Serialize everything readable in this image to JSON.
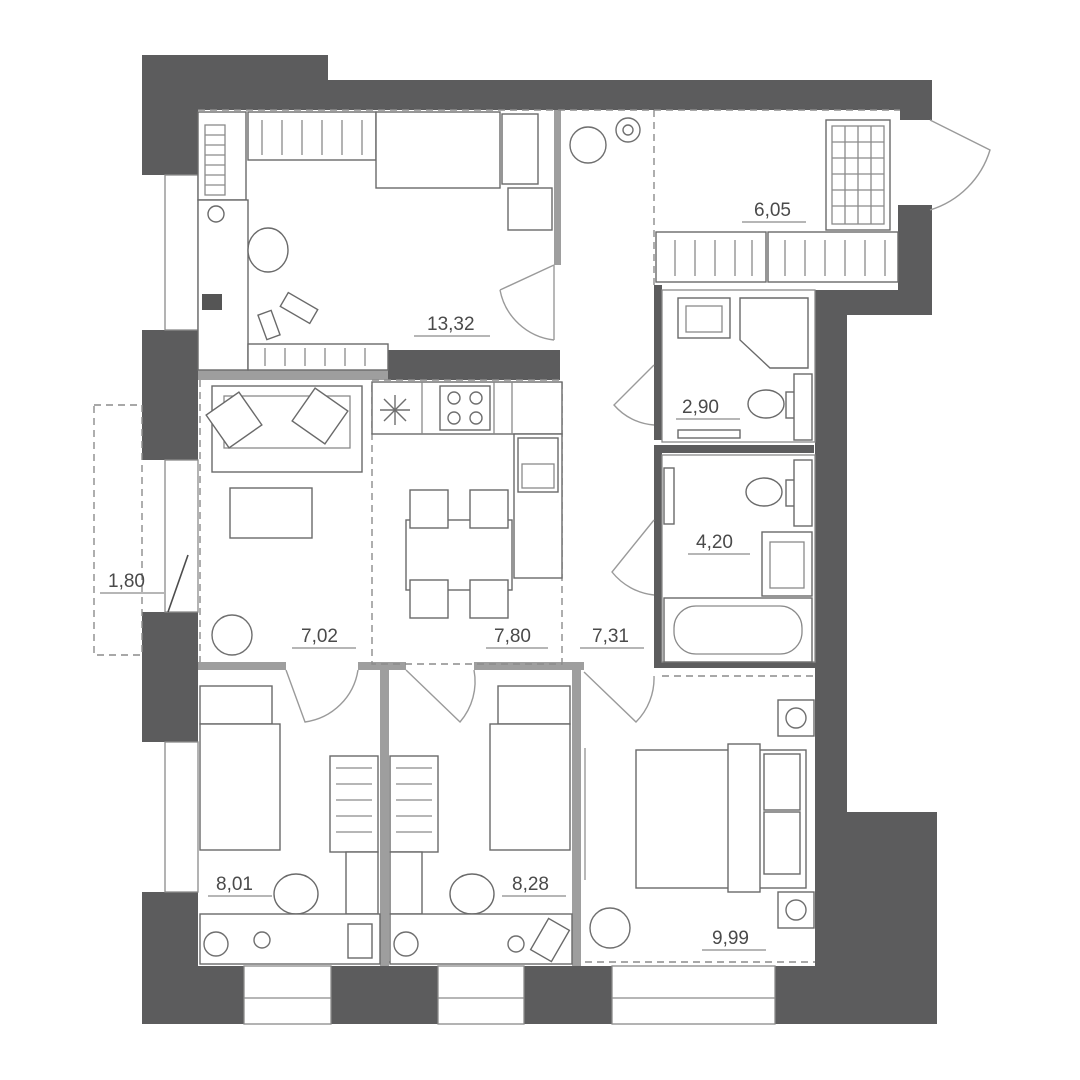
{
  "rooms": [
    {
      "id": "bedroom-top",
      "area": "13,32"
    },
    {
      "id": "wardrobe-room",
      "area": "6,05"
    },
    {
      "id": "bathroom-small",
      "area": "2,90"
    },
    {
      "id": "bathroom-large",
      "area": "4,20"
    },
    {
      "id": "balcony",
      "area": "1,80"
    },
    {
      "id": "living-room",
      "area": "7,02"
    },
    {
      "id": "kitchen",
      "area": "7,80"
    },
    {
      "id": "hallway",
      "area": "7,31"
    },
    {
      "id": "bedroom-left",
      "area": "8,01"
    },
    {
      "id": "bedroom-middle",
      "area": "8,28"
    },
    {
      "id": "bedroom-right",
      "area": "9,99"
    }
  ],
  "colors": {
    "wall": "#5c5c5d",
    "partition": "#9e9e9e",
    "line": "#8a8a8a",
    "text": "#4a4a4a"
  }
}
